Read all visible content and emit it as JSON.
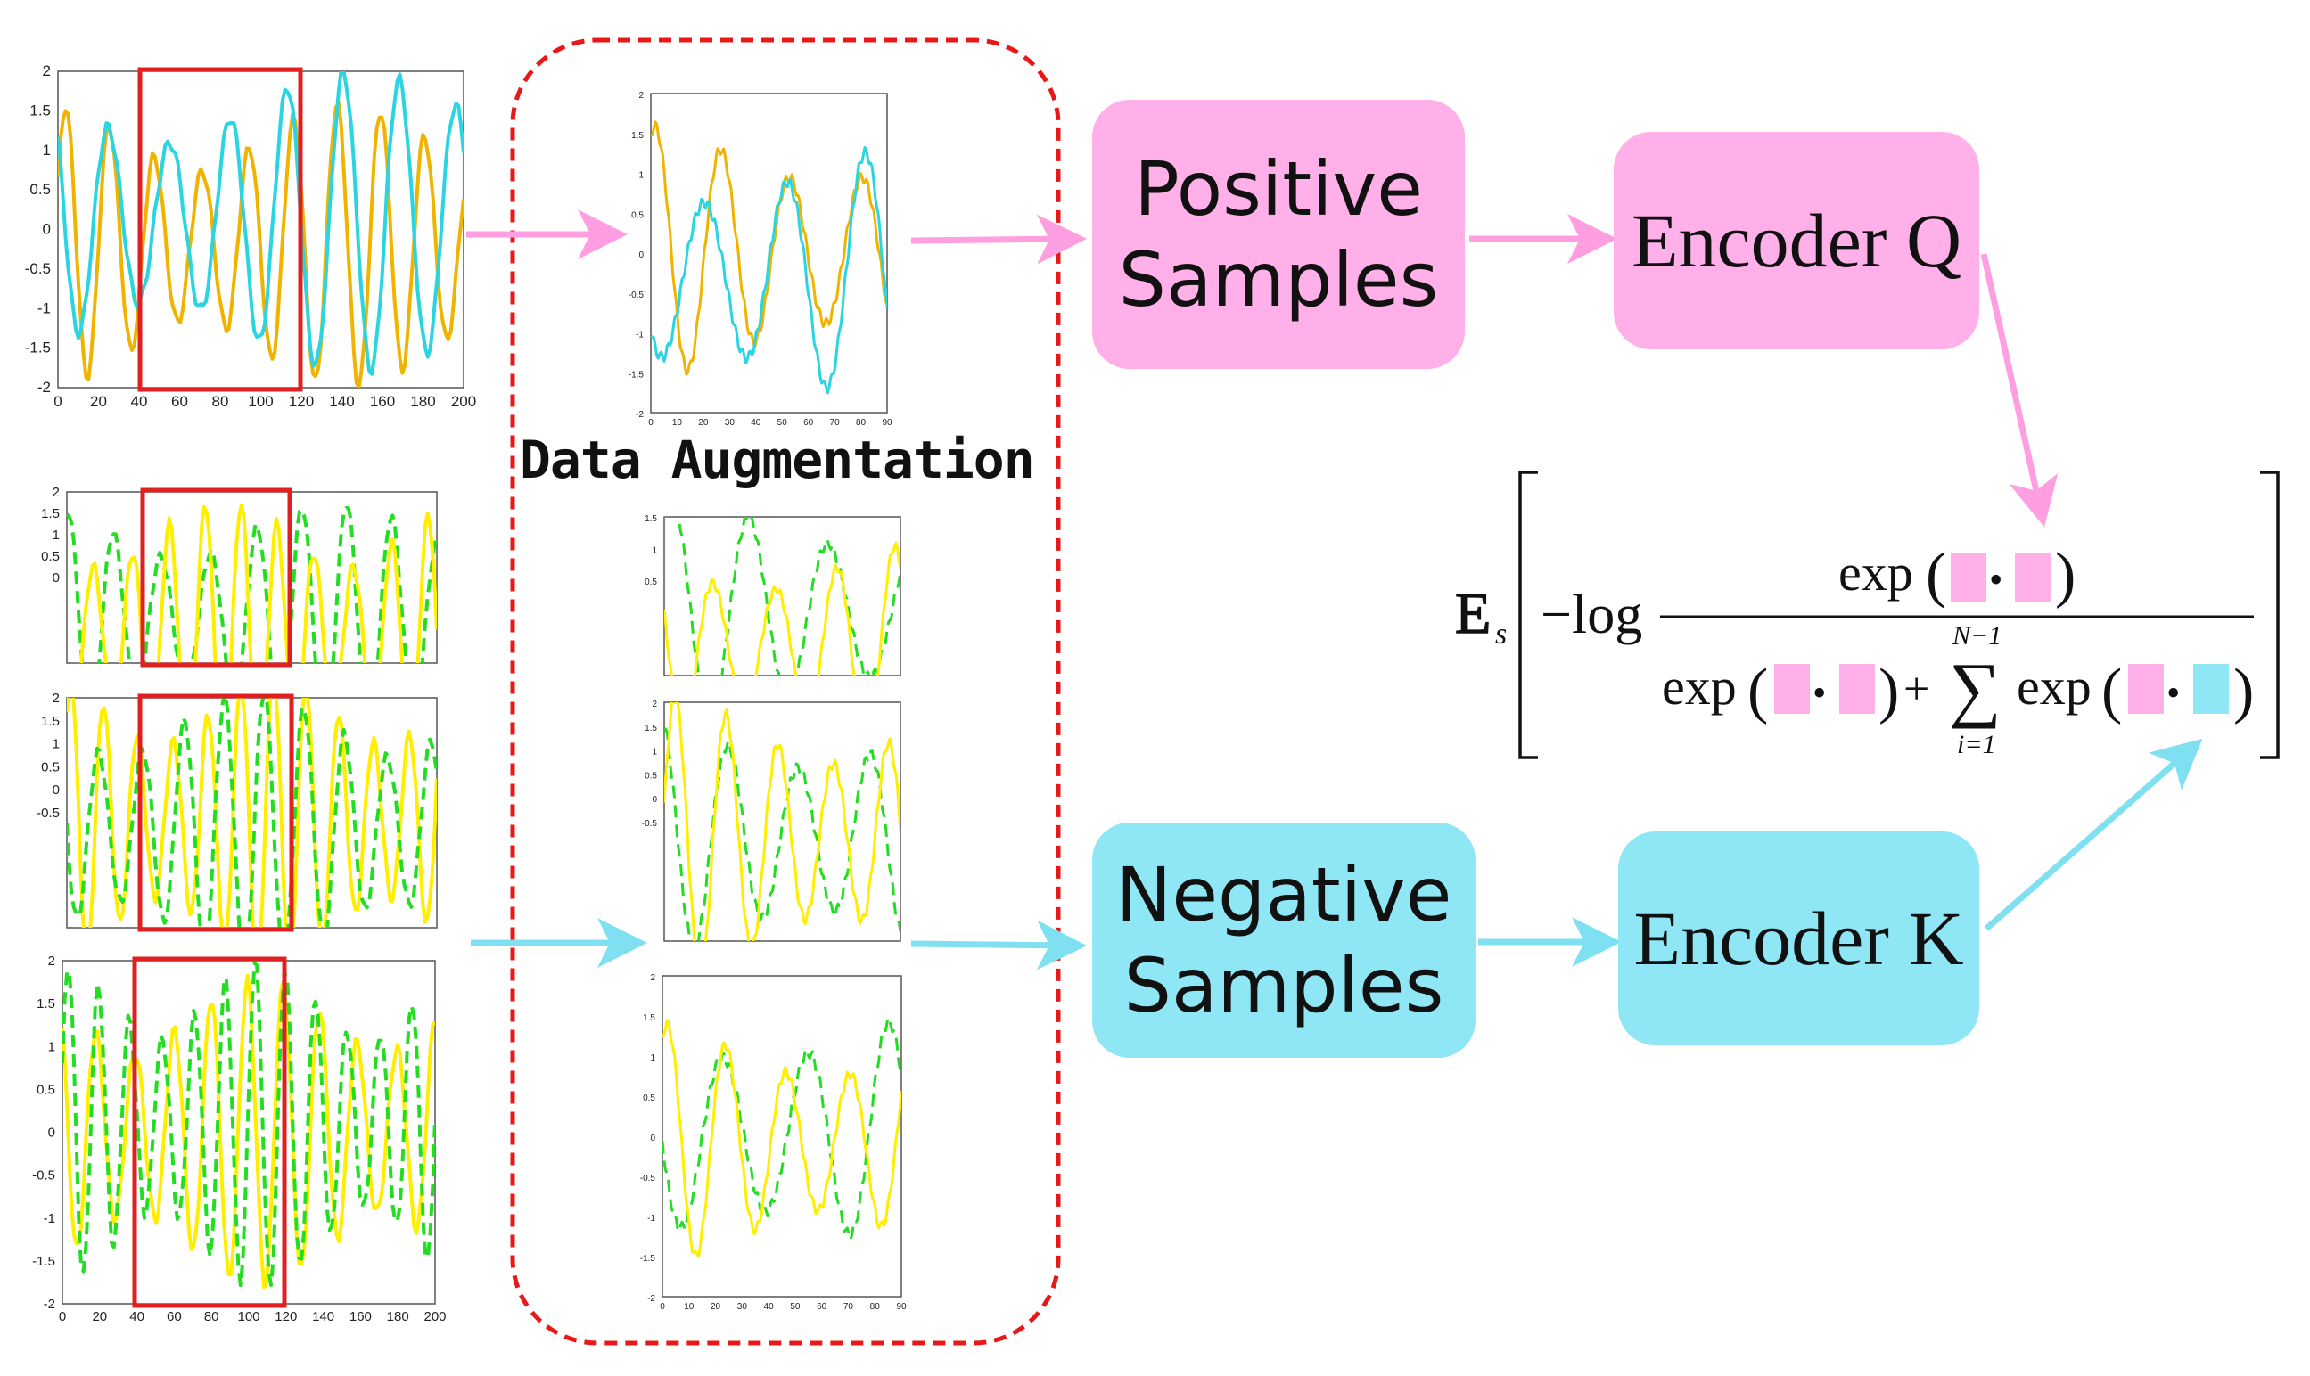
{
  "augmentation": {
    "title": "Data Augmentation"
  },
  "positive_samples": {
    "line1": "Positive",
    "line2": "Samples"
  },
  "negative_samples": {
    "line1": "Negative",
    "line2": "Samples"
  },
  "encoder_q": {
    "label": "Encoder Q"
  },
  "encoder_k": {
    "label": "Encoder K"
  },
  "formula": {
    "expectation": "E",
    "expectation_sub": "s",
    "neg_log": "−log",
    "exp": "exp",
    "plus": "+",
    "sum_upper": "N−1",
    "sum_lower": "i=1",
    "sum_symbol": "∑",
    "dot": "•"
  },
  "axes": {
    "big_x_ticks": [
      "0",
      "20",
      "40",
      "60",
      "80",
      "100",
      "120",
      "140",
      "160",
      "180",
      "200"
    ],
    "big_y_ticks": [
      "2",
      "1.5",
      "1",
      "0.5",
      "0",
      "-0.5",
      "-1",
      "-1.5",
      "-2"
    ],
    "small_x_ticks": [
      "0",
      "10",
      "20",
      "30",
      "40",
      "50",
      "60",
      "70",
      "80",
      "90"
    ],
    "small_y_ticks": [
      "2",
      "1.5",
      "1",
      "0.5",
      "0",
      "-0.5",
      "-1",
      "-1.5",
      "-2"
    ],
    "partial_y_ticks_a": [
      "2",
      "1.5",
      "1",
      "0.5",
      "0"
    ],
    "partial_y_ticks_b": [
      "2",
      "1.5",
      "1",
      "0.5",
      "0",
      "-0.5"
    ],
    "aug_partial_y_ticks_a": [
      "1.5",
      "1",
      "0.5"
    ],
    "aug_partial_y_ticks_b": [
      "2",
      "1.5",
      "1",
      "0.5",
      "0",
      "-0.5"
    ]
  },
  "colors": {
    "positive": "#ffb0e8",
    "negative": "#8fe6f5",
    "arrow_positive": "#ff9ee0",
    "arrow_negative": "#7fe0f2",
    "window": "#e02020",
    "dashed_border": "#e81818",
    "series_orange": "#f0b400",
    "series_cyan": "#2ad4e0",
    "series_yellow": "#ffee00",
    "series_green": "#22dd22"
  }
}
